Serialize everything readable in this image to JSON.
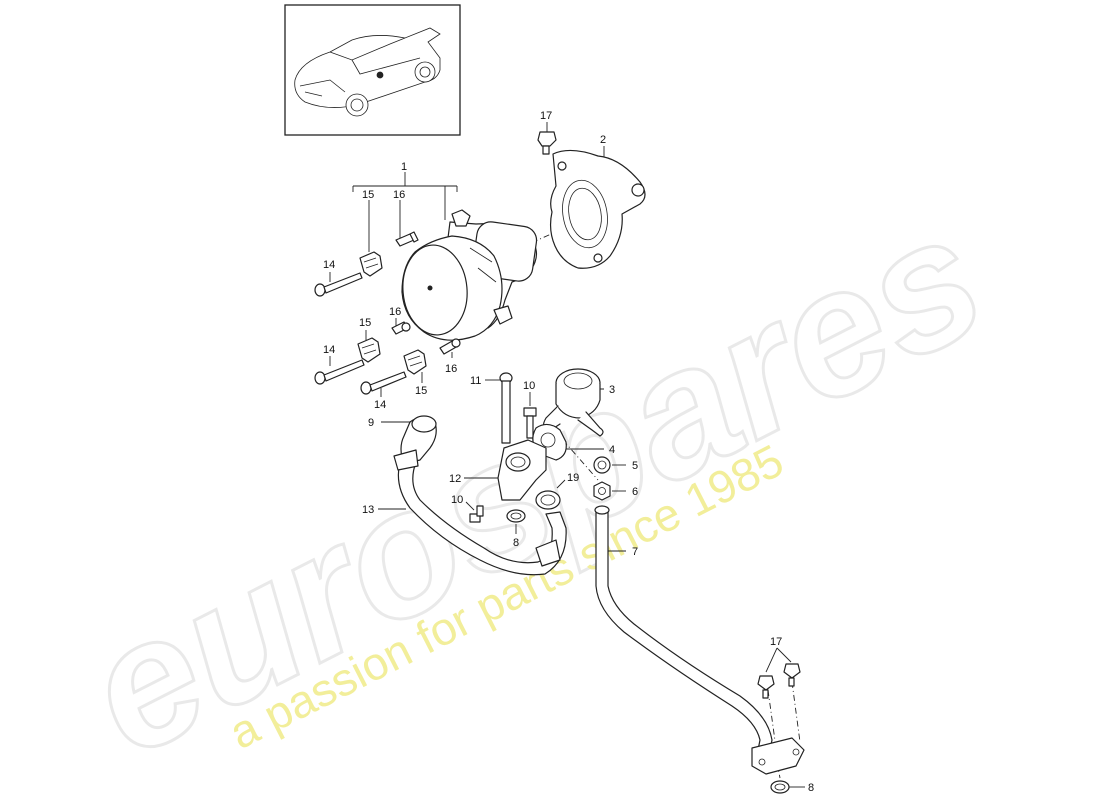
{
  "watermark": {
    "brand": "eurospares",
    "tagline": "a passion for parts since 1985",
    "brand_color": "#e9e9e9",
    "tagline_color": "#f2ee9a"
  },
  "thumbnail": {
    "icon": "car-thumbnail-icon"
  },
  "callouts": [
    "1",
    "2",
    "3",
    "4",
    "5",
    "6",
    "7",
    "8",
    "9",
    "10",
    "10",
    "11",
    "12",
    "13",
    "14",
    "14",
    "14",
    "15",
    "15",
    "15",
    "16",
    "16",
    "16",
    "17",
    "17",
    "19",
    "8"
  ]
}
